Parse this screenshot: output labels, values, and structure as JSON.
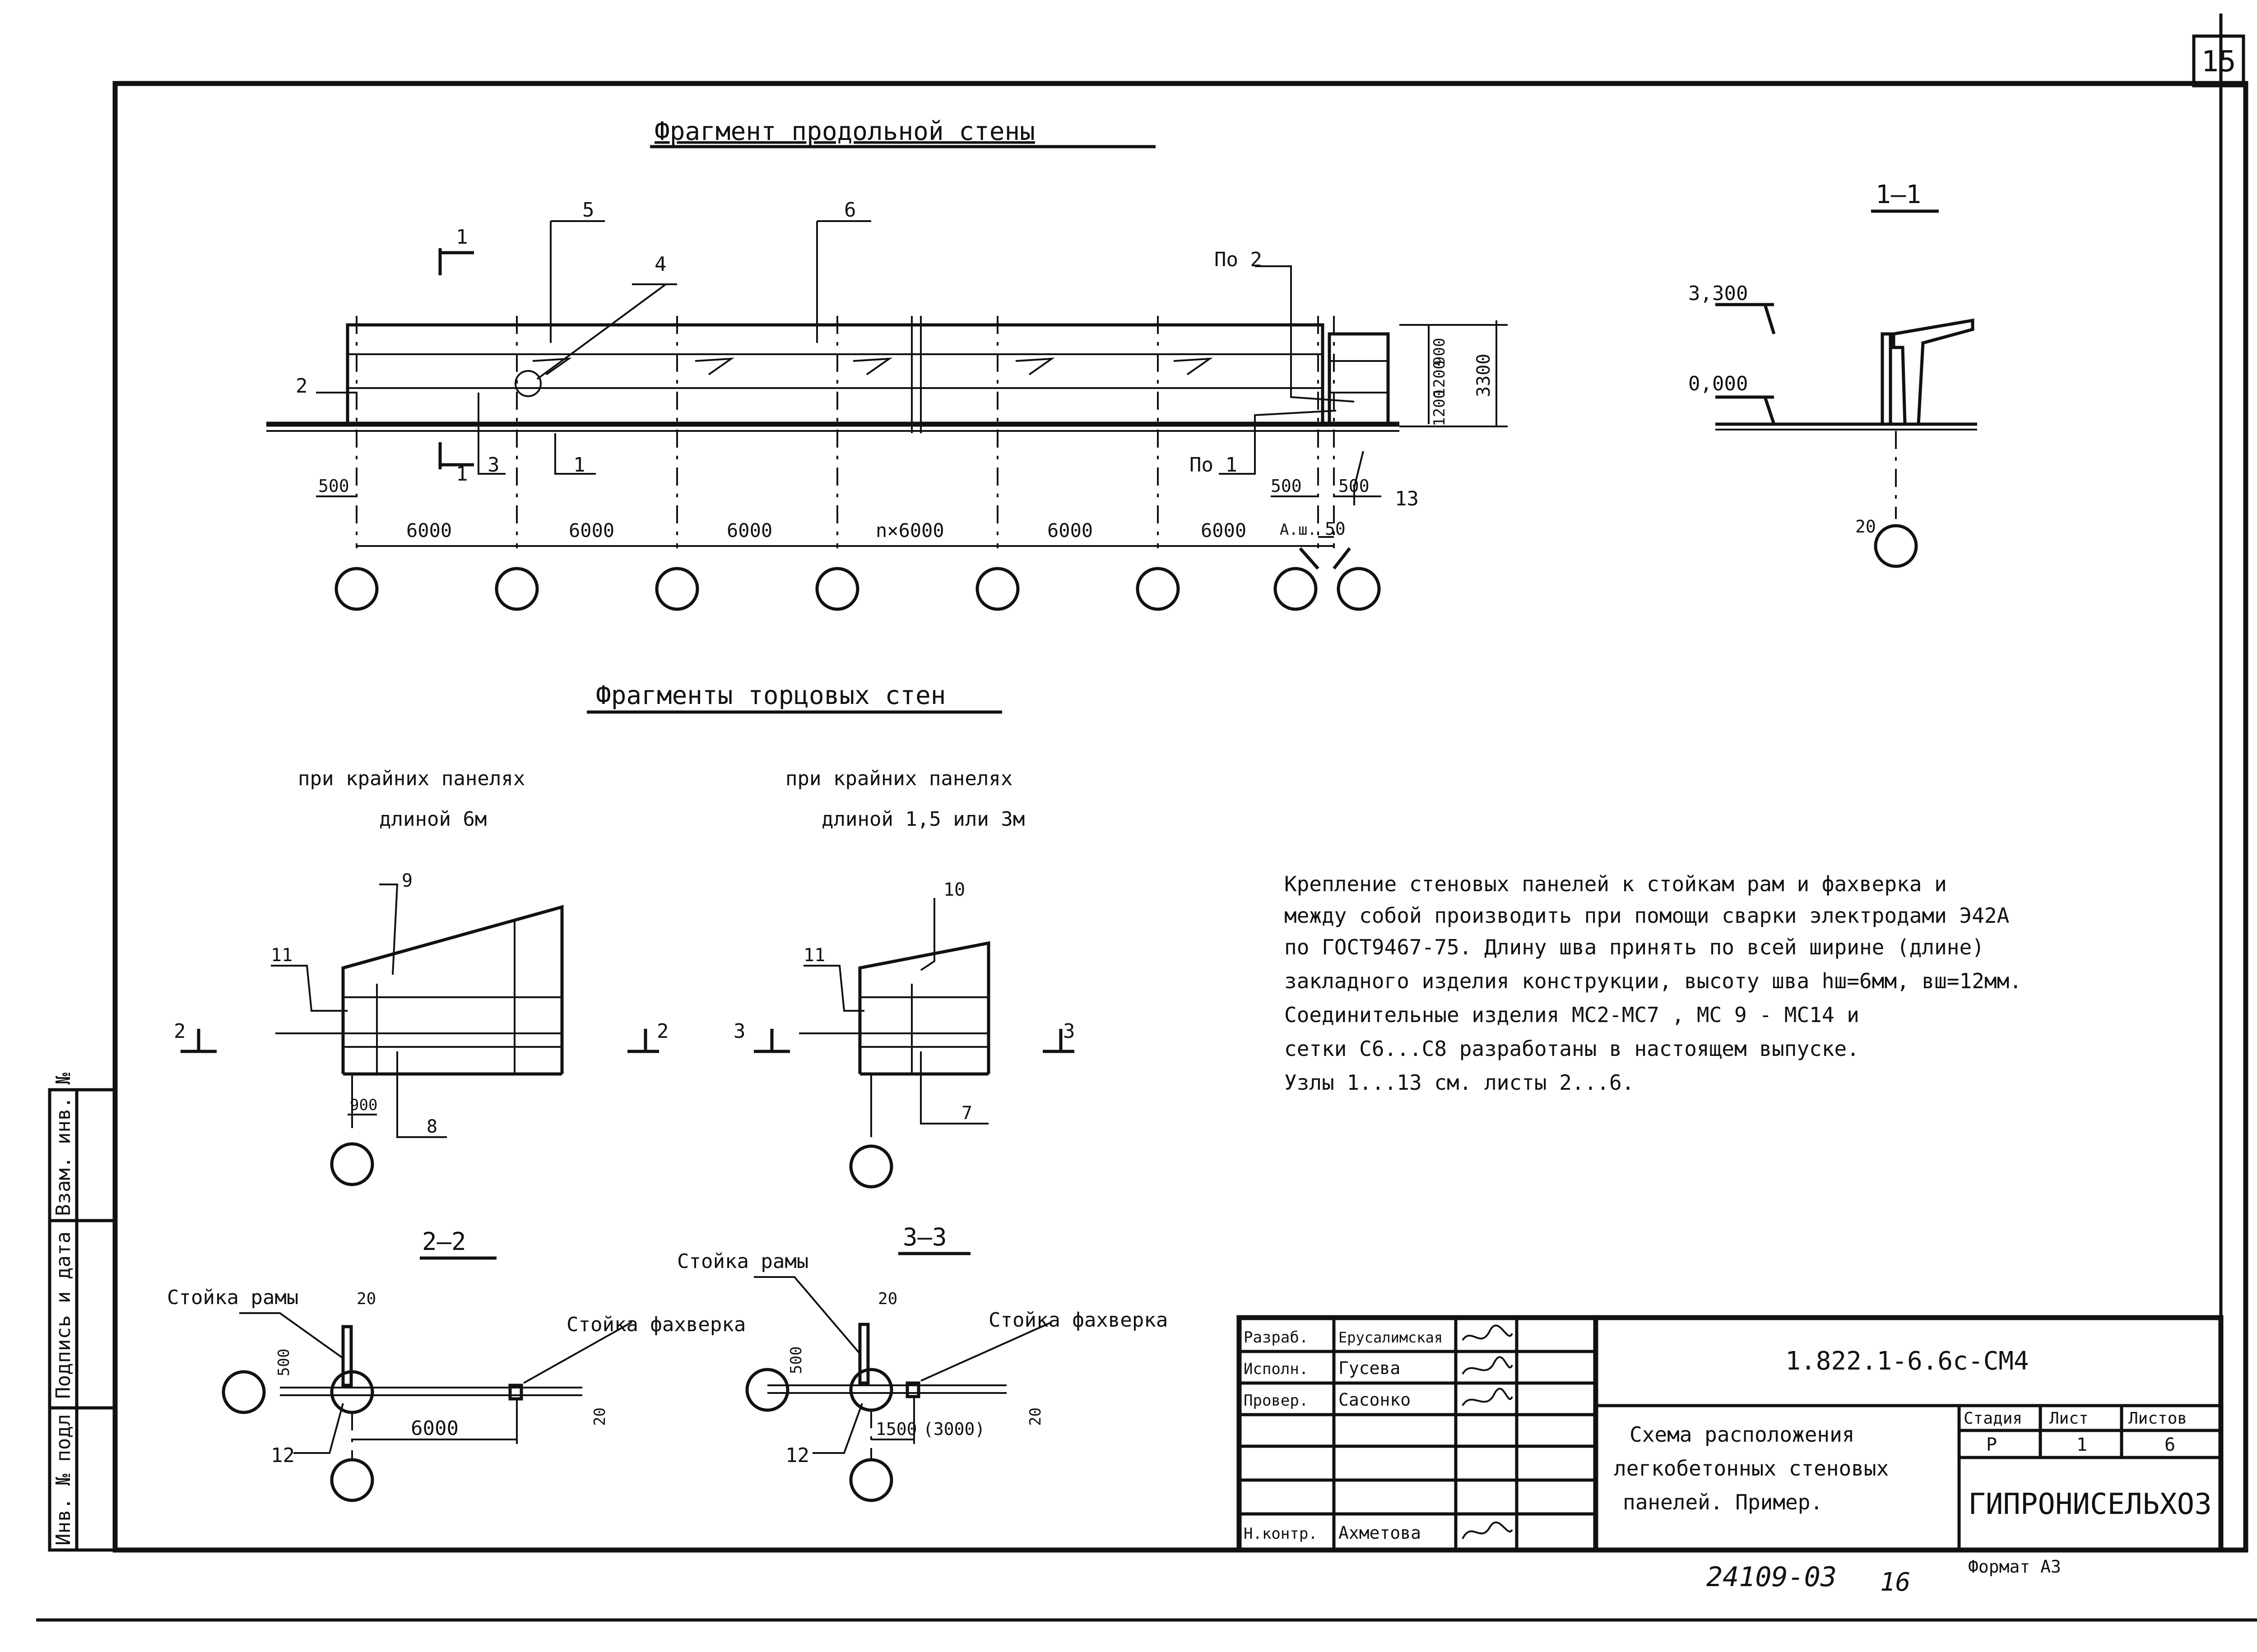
{
  "sheet_number": "15",
  "long_wall": {
    "title": "Фрагмент продольной стены",
    "callouts": [
      "5",
      "4",
      "6",
      "По 2",
      "2",
      "3",
      "1",
      "По 1",
      "13"
    ],
    "section_marks": [
      "1",
      "1"
    ],
    "dims_vertical": [
      "900",
      "1200",
      "1200",
      "3300"
    ],
    "dims_small": [
      "500",
      "500",
      "500",
      "50"
    ],
    "spans": [
      "6000",
      "6000",
      "6000",
      "n×6000",
      "6000",
      "6000",
      "А.ш."
    ]
  },
  "section_1_1": {
    "title": "1—1",
    "level_top": "3,300",
    "level_bottom": "0,000",
    "dim": "20"
  },
  "end_walls": {
    "title": "Фрагменты торцовых стен",
    "case_a": {
      "line1": "при крайних панелях",
      "line2": "длиной 6м",
      "callouts": [
        "9",
        "11",
        "8"
      ],
      "dim": "900",
      "marks": [
        "2",
        "2"
      ]
    },
    "case_b": {
      "line1": "при крайних панелях",
      "line2": "длиной 1,5 или 3м",
      "callouts": [
        "10",
        "11",
        "7"
      ],
      "marks": [
        "3",
        "3"
      ]
    }
  },
  "notes": [
    "Крепление стеновых панелей к стойкам рам и фахверка и",
    "между собой производить при помощи сварки электродами Э42А",
    "по ГОСТ9467-75. Длину шва принять по всей ширине (длине)",
    "закладного изделия конструкции, высоту шва hш=6мм, вш=12мм.",
    "Соединительные изделия МС2-МС7 , МС 9 - МС14 и",
    "сетки С6...С8 разработаны в настоящем выпуске.",
    "Узлы 1...13 см. листы 2...6."
  ],
  "section_2_2": {
    "title": "2—2",
    "label_frame": "Стойка рамы",
    "label_post": "Стойка фахверка",
    "dims": [
      "20",
      "500",
      "6000",
      "20"
    ],
    "callout": "12"
  },
  "section_3_3": {
    "title": "3—3",
    "label_frame": "Стойка рамы",
    "label_post": "Стойка фахверка",
    "dims": [
      "20",
      "500",
      "1500",
      "(3000)",
      "20"
    ],
    "callout": "12"
  },
  "side_stamp": [
    "Инв. № подл.",
    "Подпись и дата",
    "Взам. инв. №"
  ],
  "title_block": {
    "roles": [
      "Разраб.",
      "Исполн.",
      "Провер.",
      "",
      "",
      "",
      "Н.контр."
    ],
    "names": [
      "Ерусалимская",
      "Гусева",
      "Сасонко",
      "",
      "",
      "",
      "Ахметова"
    ],
    "code": "1.822.1-6.6с-СМ4",
    "description": [
      "Схема расположения",
      "легкобетонных стеновых",
      "панелей. Пример."
    ],
    "stage_header": [
      "Стадия",
      "Лист",
      "Листов"
    ],
    "stage_values": [
      "Р",
      "1",
      "6"
    ],
    "org": "ГИПРОНИСЕЛЬХОЗ"
  },
  "footer": {
    "inventory": "24109-03",
    "page": "16",
    "format": "Формат А3"
  }
}
